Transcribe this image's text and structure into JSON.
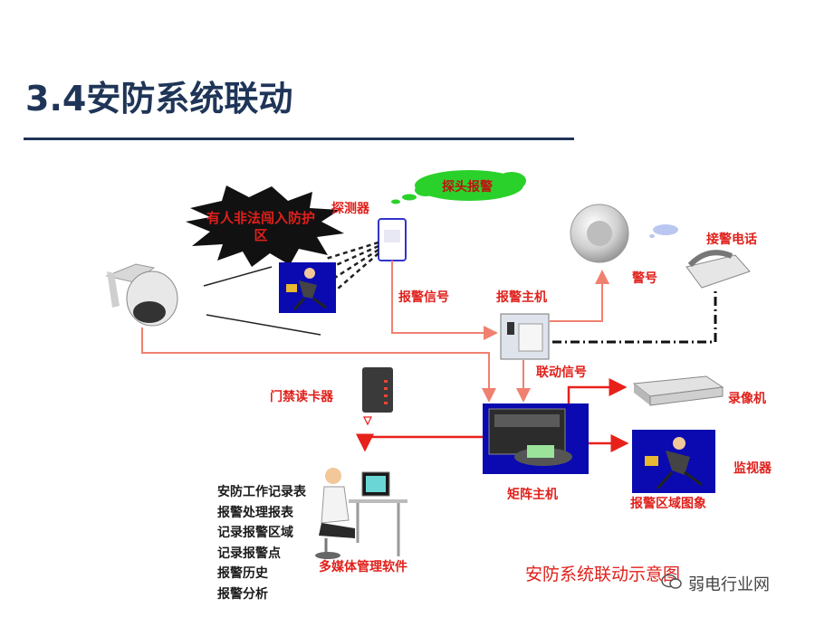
{
  "slide": {
    "title": "3.4安防系统联动"
  },
  "labels": {
    "intrusion": "有人非法闯入防护区",
    "detector": "探测器",
    "probe_alarm": "探头报警",
    "alarm_signal": "报警信号",
    "alarm_host": "报警主机",
    "siren": "警号",
    "alarm_phone": "接警电话",
    "linkage_signal": "联动信号",
    "access_reader": "门禁读卡器",
    "recorder": "录像机",
    "matrix_host": "矩阵主机",
    "monitor": "监视器",
    "alarm_area_image": "报警区域图象",
    "multimedia_software": "多媒体管理软件"
  },
  "software_items": [
    "安防工作记录表",
    "报警处理报表",
    "记录报警区域",
    "记录报警点",
    "报警历史",
    "报警分析"
  ],
  "caption": "安防系统联动示意图",
  "watermark": "弱电行业网",
  "colors": {
    "title": "#1f3558",
    "label_red": "#e0201b",
    "line_pink": "#f08070",
    "burst": "#111111",
    "cloud": "#2bd12b",
    "box_blue": "#0a0ab0"
  }
}
